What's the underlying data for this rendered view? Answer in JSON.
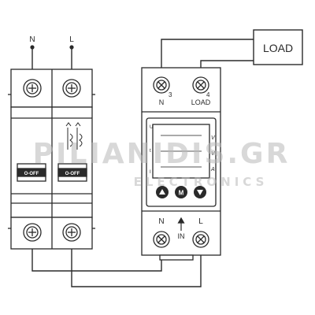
{
  "breaker": {
    "n_label": "N",
    "l_label": "L",
    "switch_label": "O-OFF",
    "switch_label_2": "O-OFF"
  },
  "meter": {
    "terminal_3": "3",
    "terminal_4": "4",
    "n_top": "N",
    "load_top": "LOAD",
    "n_bottom": "N",
    "l_bottom": "L",
    "in_label": "IN",
    "display_left": [
      "U",
      "t",
      "I"
    ],
    "display_right": [
      "V",
      "V",
      "A"
    ],
    "button_m": "M"
  },
  "load_box": {
    "label": "LOAD"
  },
  "watermark": {
    "line1": "PILIANIDIS.GR",
    "line2": "ELECTRONICS"
  },
  "colors": {
    "line": "#2a2a2a",
    "device_fill": "#ffffff",
    "watermark": "#b9b9b9"
  }
}
